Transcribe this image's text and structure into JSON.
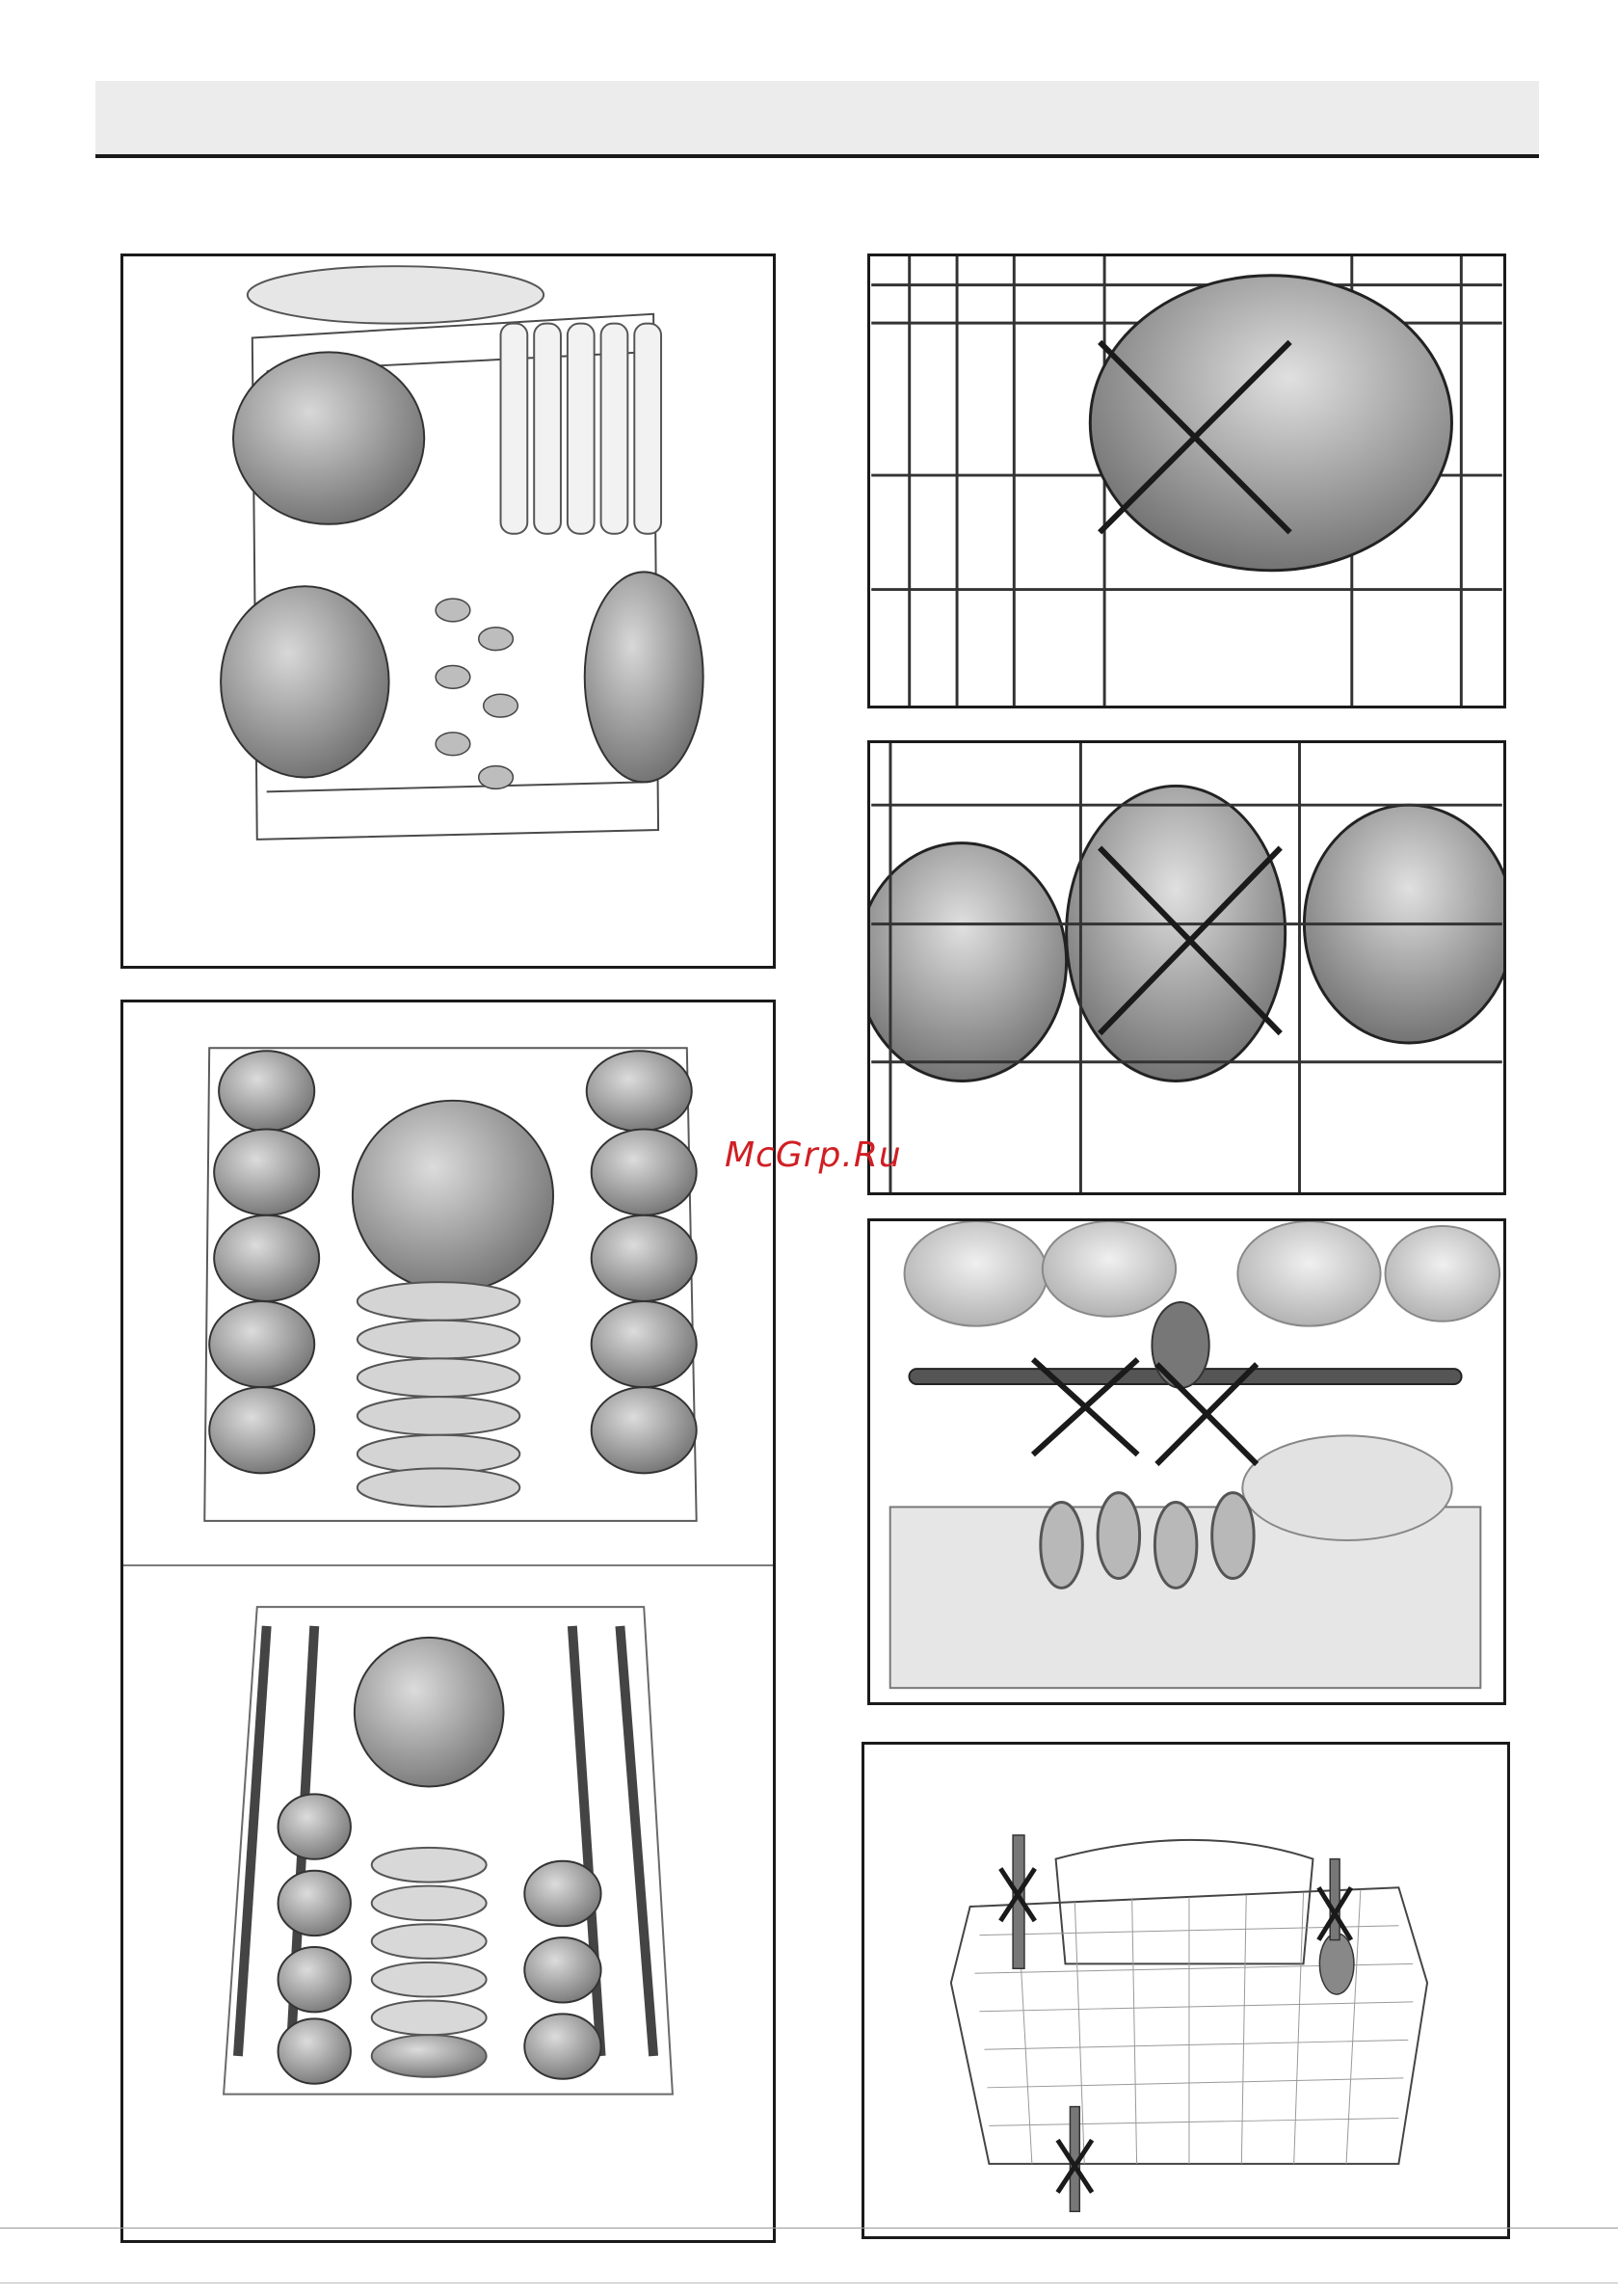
{
  "watermark": {
    "text": "McGrp.Ru",
    "color": "#d01f24"
  },
  "colors": {
    "border": "#1a1a1a",
    "header_band": "#ececec",
    "cross": "#1a1a1a",
    "shade": "#9a9a9a"
  },
  "figures": [
    {
      "name": "lower-basket-loading",
      "icon": "pots-and-plates"
    },
    {
      "name": "upper-basket-cups",
      "icon": "cups-and-bowls"
    },
    {
      "name": "upper-basket-folding-racks",
      "icon": "racks-and-plates"
    },
    {
      "name": "incorrect-bowl-placement-1",
      "icon": "crossed-bowl"
    },
    {
      "name": "incorrect-bowl-placement-2",
      "icon": "crossed-bowl"
    },
    {
      "name": "spray-arm-obstruction",
      "icon": "crossed-utensils"
    },
    {
      "name": "cutlery-basket-incorrect",
      "icon": "crossed-cutlery"
    }
  ]
}
